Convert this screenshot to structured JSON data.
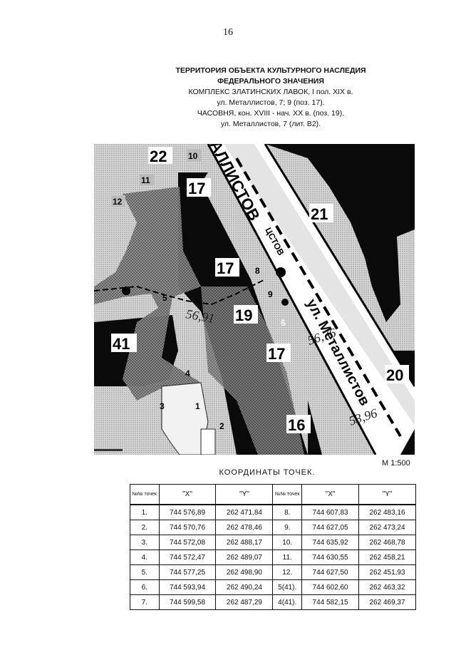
{
  "page": {
    "number": "16"
  },
  "title": {
    "line1": "ТЕРРИТОРИЯ ОБЪЕКТА КУЛЬТУРНОГО НАСЛЕДИЯ",
    "line2": "ФЕДЕРАЛЬНОГО ЗНАЧЕНИЯ",
    "line3": "КОМПЛЕКС ЗЛАТИНСКИХ ЛАВОК, I пол. XIX в.",
    "line4": "ул. Металлистов, 7; 9    (поз. 17).",
    "line5": "ЧАСОВНЯ, кон. XVIII - нач. XX в. (поз. 19).",
    "line6": "ул. Металлистов, 7 (лит. В2)."
  },
  "map": {
    "street_label_upper": "АЛЛИСТОВ",
    "street_suffix": "ЦСТОВ",
    "street_label_lower": "ул. Металлистов",
    "block_labels": [
      "22",
      "17",
      "17",
      "21",
      "19",
      "41",
      "17",
      "20",
      "16"
    ],
    "point_labels": [
      "10",
      "11",
      "12",
      "8",
      "9",
      "5",
      "6",
      "4",
      "3",
      "1",
      "2"
    ],
    "handwritten": [
      "56,91",
      "56,76",
      "53,96"
    ]
  },
  "scale_label": "М  1:500",
  "coords": {
    "title": "КООРДИНАТЫ  ТОЧЕК.",
    "headers": [
      "№№ точек",
      "\"X\"",
      "\"Y\"",
      "№№ точек",
      "\"X\"",
      "\"Y\""
    ],
    "rows": [
      [
        "1.",
        "744 576,89",
        "262 471,84",
        "8.",
        "744 607,83",
        "262 483,16"
      ],
      [
        "2.",
        "744 570,76",
        "262 478,46",
        "9.",
        "744 627,05",
        "262 473,24"
      ],
      [
        "3.",
        "744 572,08",
        "262 488,17",
        "10.",
        "744 635,92",
        "262 468,78"
      ],
      [
        "4.",
        "744 572,47",
        "262 489,07",
        "11.",
        "744 630,55",
        "262 458,21"
      ],
      [
        "5.",
        "744 577,25",
        "262 498,90",
        "12.",
        "744 627,50",
        "262 451,93"
      ],
      [
        "6.",
        "744 593,94",
        "262 490,24",
        "5(41).",
        "744 602,60",
        "262 463,32"
      ],
      [
        "7.",
        "744 599,58",
        "262 487,29",
        "4(41).",
        "744 582,15",
        "262 469,37"
      ]
    ]
  }
}
